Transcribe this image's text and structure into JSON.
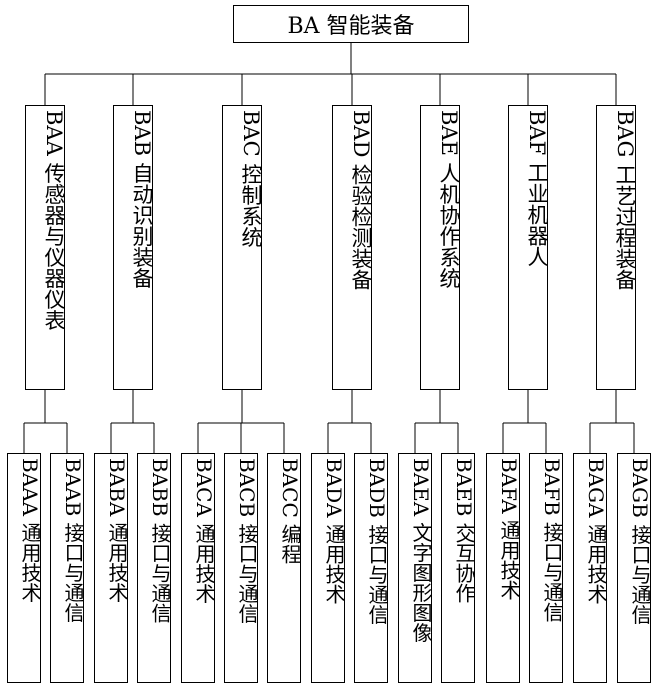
{
  "root": {
    "label": "BA 智能装备"
  },
  "categories": [
    {
      "label": "BAA 传感器与仪器仪表",
      "children": [
        "BAAA 通用技术",
        "BAAB 接口与通信"
      ]
    },
    {
      "label": "BAB 自动识别装备",
      "children": [
        "BABA 通用技术",
        "BABB 接口与通信"
      ]
    },
    {
      "label": "BAC 控制系统",
      "children": [
        "BACA 通用技术",
        "BACB 接口与通信",
        "BACC 编程"
      ]
    },
    {
      "label": "BAD 检验检测装备",
      "children": [
        "BADA 通用技术",
        "BADB 接口与通信"
      ]
    },
    {
      "label": "BAE 人机协作系统",
      "children": [
        "BAEA 文字图形图像",
        "BAEB 交互协作"
      ]
    },
    {
      "label": "BAF 工业机器人",
      "children": [
        "BAFA 通用技术",
        "BAFB 接口与通信"
      ]
    },
    {
      "label": "BAG 工艺过程装备",
      "children": [
        "BAGA 通用技术",
        "BAGB 接口与通信"
      ]
    }
  ],
  "colors": {
    "line": "#000000",
    "box_border": "#000000",
    "background": "#ffffff",
    "text": "#000000"
  }
}
